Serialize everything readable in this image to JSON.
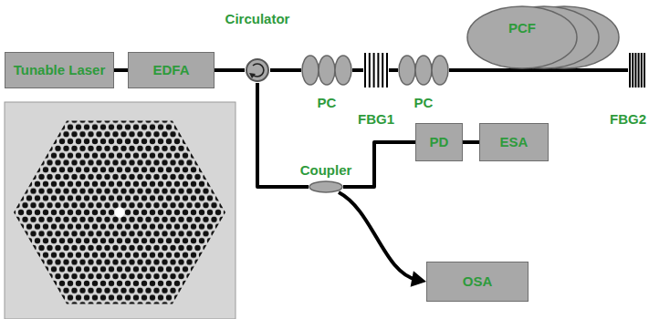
{
  "diagram": {
    "nodes": [
      {
        "text": [
          "Tunable Laser"
        ]
      },
      {
        "text": [
          "EDFA"
        ]
      },
      {
        "text": [
          "Circulator"
        ]
      },
      {
        "text": [
          "PC"
        ]
      },
      {
        "text": [
          "FBG1"
        ]
      },
      {
        "text": [
          "PC"
        ]
      },
      {
        "text": [
          "PCF"
        ]
      },
      {
        "text": [
          "FBG2"
        ]
      },
      {
        "text": [
          "Coupler"
        ]
      },
      {
        "text": [
          "PD"
        ]
      },
      {
        "text": [
          "ESA"
        ]
      },
      {
        "text": [
          "OSA"
        ]
      }
    ],
    "edges": [
      {
        "from": 0,
        "to": 1,
        "arrow": "none"
      },
      {
        "from": 1,
        "to": 2,
        "arrow": "none"
      },
      {
        "from": 2,
        "to": 3,
        "arrow": "none"
      },
      {
        "from": 3,
        "to": 4,
        "arrow": "none"
      },
      {
        "from": 4,
        "to": 5,
        "arrow": "none"
      },
      {
        "from": 5,
        "to": 6,
        "arrow": "none"
      },
      {
        "from": 6,
        "to": 7,
        "arrow": "none"
      },
      {
        "from": 2,
        "to": 8,
        "arrow": "none"
      },
      {
        "from": 8,
        "to": 9,
        "arrow": "none"
      },
      {
        "from": 9,
        "to": 10,
        "arrow": "none"
      },
      {
        "from": 8,
        "to": 11,
        "arrow": "to"
      }
    ]
  }
}
